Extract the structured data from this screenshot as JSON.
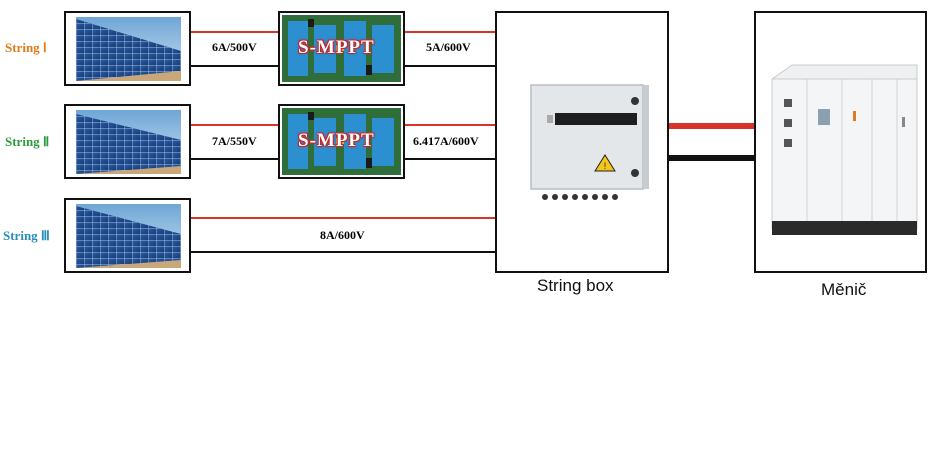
{
  "strings": [
    {
      "label": "String Ⅰ",
      "color": "#e07a1f",
      "in_current": "6A/500V",
      "out_current": "5A/600V",
      "module": "S-MPPT"
    },
    {
      "label": "String Ⅱ",
      "color": "#2e9a3e",
      "in_current": "7A/550V",
      "out_current": "6.417A/600V",
      "module": "S-MPPT"
    },
    {
      "label": "String Ⅲ",
      "color": "#2a8fb6",
      "in_current": "8A/600V"
    }
  ],
  "string_box": {
    "label": "String box"
  },
  "inverter": {
    "label": "Měnič"
  },
  "colors": {
    "positive_wire": "#d9342b",
    "negative_wire": "#111111"
  }
}
